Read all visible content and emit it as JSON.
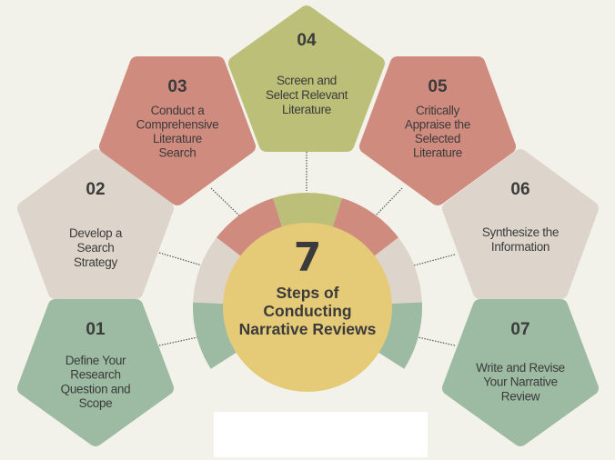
{
  "colors": {
    "background": "#f2f2ea",
    "green": "#9dbba3",
    "beige": "#ddd5cc",
    "red": "#d08b7f",
    "olive": "#bbbf77",
    "yellow": "#e5ca78",
    "text": "#3b3b3b"
  },
  "center": {
    "number": "7",
    "title_lines": [
      "Steps of",
      "Conducting",
      "Narrative Reviews"
    ]
  },
  "steps": [
    {
      "number": "01",
      "lines": [
        "Define Your",
        "Research",
        "Question and",
        "Scope"
      ],
      "color": "#9dbba3"
    },
    {
      "number": "02",
      "lines": [
        "Develop a",
        "Search",
        "Strategy"
      ],
      "color": "#ddd5cc"
    },
    {
      "number": "03",
      "lines": [
        "Conduct a",
        "Comprehensive",
        "Literature",
        "Search"
      ],
      "color": "#d08b7f"
    },
    {
      "number": "04",
      "lines": [
        "Screen and",
        "Select Relevant",
        "Literature"
      ],
      "color": "#bbbf77"
    },
    {
      "number": "05",
      "lines": [
        "Critically",
        "Appraise the",
        "Selected",
        "Literature"
      ],
      "color": "#d08b7f"
    },
    {
      "number": "06",
      "lines": [
        "Synthesize the",
        "Information"
      ],
      "color": "#ddd5cc"
    },
    {
      "number": "07",
      "lines": [
        "Write and Revise",
        "Your Narrative",
        "Review"
      ],
      "color": "#9dbba3"
    }
  ]
}
